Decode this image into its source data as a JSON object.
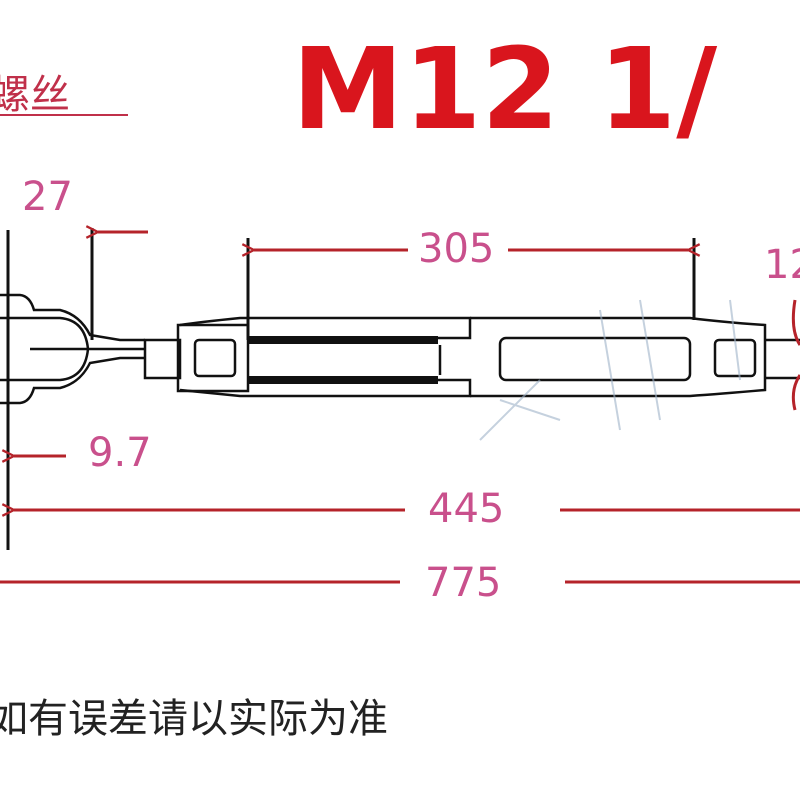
{
  "header": {
    "thread_label": "螺丝",
    "model_title": "M12 1/"
  },
  "dimensions": {
    "d27": "27",
    "d305": "305",
    "d12": "12",
    "d9_7": "9.7",
    "d445": "445",
    "d775": "775"
  },
  "note": "如有误差请以实际为准",
  "colors": {
    "title": "#d9151d",
    "dimension_text": "#c9508c",
    "dimension_line": "#b5232a",
    "drawing": "#111111"
  }
}
